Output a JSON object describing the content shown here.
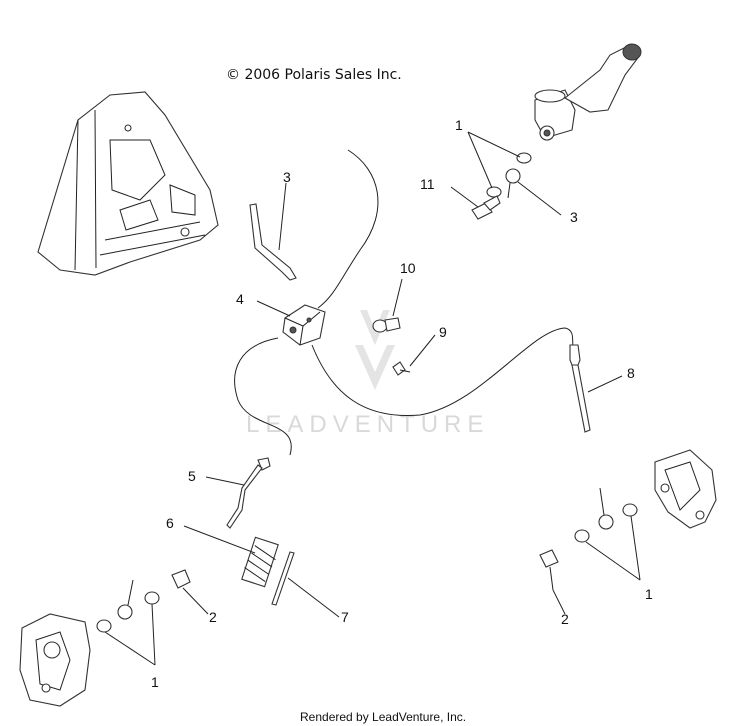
{
  "copyright": "© 2006 Polaris Sales Inc.",
  "watermark": "LEADVENTURE",
  "footer": "Rendered by LeadVenture, Inc.",
  "callouts": {
    "c1_top": "1",
    "c11": "11",
    "c3_right": "3",
    "c3_left": "3",
    "c4": "4",
    "c10": "10",
    "c9": "9",
    "c8": "8",
    "c5": "5",
    "c6": "6",
    "c7": "7",
    "c2_left": "2",
    "c1_left": "1",
    "c2_right": "2",
    "c1_right": "1"
  }
}
